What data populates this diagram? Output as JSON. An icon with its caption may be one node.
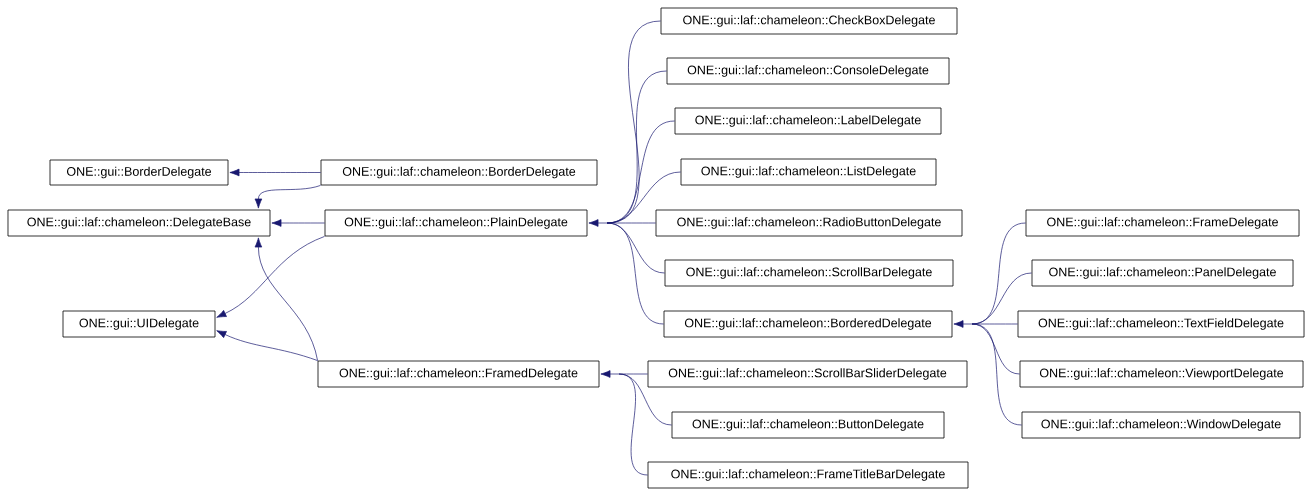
{
  "diagram": {
    "nodes": [
      {
        "text": [
          "ONE::gui::BorderDelegate"
        ]
      },
      {
        "text": [
          "ONE::gui::laf::chameleon::BorderDelegate"
        ]
      },
      {
        "text": [
          "ONE::gui::laf::chameleon::DelegateBase"
        ]
      },
      {
        "text": [
          "ONE::gui::laf::chameleon::PlainDelegate"
        ]
      },
      {
        "text": [
          "ONE::gui::UIDelegate"
        ]
      },
      {
        "text": [
          "ONE::gui::laf::chameleon::FramedDelegate"
        ]
      },
      {
        "text": [
          "ONE::gui::laf::chameleon::CheckBoxDelegate"
        ]
      },
      {
        "text": [
          "ONE::gui::laf::chameleon::ConsoleDelegate"
        ]
      },
      {
        "text": [
          "ONE::gui::laf::chameleon::LabelDelegate"
        ]
      },
      {
        "text": [
          "ONE::gui::laf::chameleon::ListDelegate"
        ]
      },
      {
        "text": [
          "ONE::gui::laf::chameleon::RadioButtonDelegate"
        ]
      },
      {
        "text": [
          "ONE::gui::laf::chameleon::ScrollBarDelegate"
        ]
      },
      {
        "text": [
          "ONE::gui::laf::chameleon::BorderedDelegate"
        ]
      },
      {
        "text": [
          "ONE::gui::laf::chameleon::ScrollBarSliderDelegate"
        ]
      },
      {
        "text": [
          "ONE::gui::laf::chameleon::ButtonDelegate"
        ]
      },
      {
        "text": [
          "ONE::gui::laf::chameleon::FrameTitleBarDelegate"
        ]
      },
      {
        "text": [
          "ONE::gui::laf::chameleon::FrameDelegate"
        ]
      },
      {
        "text": [
          "ONE::gui::laf::chameleon::PanelDelegate"
        ]
      },
      {
        "text": [
          "ONE::gui::laf::chameleon::TextFieldDelegate"
        ]
      },
      {
        "text": [
          "ONE::gui::laf::chameleon::ViewportDelegate"
        ]
      },
      {
        "text": [
          "ONE::gui::laf::chameleon::WindowDelegate"
        ]
      }
    ],
    "edges": [
      {
        "from": 1,
        "to": 0,
        "arrow": "to"
      },
      {
        "from": 1,
        "to": 2,
        "arrow": "to"
      },
      {
        "from": 3,
        "to": 2,
        "arrow": "to"
      },
      {
        "from": 3,
        "to": 4,
        "arrow": "to"
      },
      {
        "from": 5,
        "to": 2,
        "arrow": "to"
      },
      {
        "from": 5,
        "to": 4,
        "arrow": "to"
      },
      {
        "from": 6,
        "to": 3,
        "arrow": "to"
      },
      {
        "from": 7,
        "to": 3,
        "arrow": "to"
      },
      {
        "from": 8,
        "to": 3,
        "arrow": "to"
      },
      {
        "from": 9,
        "to": 3,
        "arrow": "to"
      },
      {
        "from": 10,
        "to": 3,
        "arrow": "to"
      },
      {
        "from": 11,
        "to": 3,
        "arrow": "to"
      },
      {
        "from": 12,
        "to": 3,
        "arrow": "to"
      },
      {
        "from": 13,
        "to": 5,
        "arrow": "to"
      },
      {
        "from": 14,
        "to": 5,
        "arrow": "to"
      },
      {
        "from": 15,
        "to": 5,
        "arrow": "to"
      },
      {
        "from": 16,
        "to": 12,
        "arrow": "to"
      },
      {
        "from": 17,
        "to": 12,
        "arrow": "to"
      },
      {
        "from": 18,
        "to": 12,
        "arrow": "to"
      },
      {
        "from": 19,
        "to": 12,
        "arrow": "to"
      },
      {
        "from": 20,
        "to": 12,
        "arrow": "to"
      }
    ]
  }
}
